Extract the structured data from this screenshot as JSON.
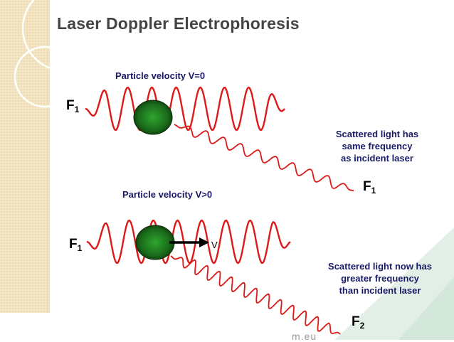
{
  "slide": {
    "title": "Laser Doppler Electrophoresis"
  },
  "top_panel": {
    "velocity_label": "Particle velocity V=0",
    "incident_label_main": "F",
    "incident_label_sub": "1",
    "scattered_label_main": "F",
    "scattered_label_sub": "1",
    "note_lines": [
      "Scattered light has",
      "same frequency",
      "as incident laser"
    ]
  },
  "bottom_panel": {
    "velocity_label": "Particle velocity V>0",
    "incident_label_main": "F",
    "incident_label_sub": "1",
    "scattered_label_main": "F",
    "scattered_label_sub": "2",
    "arrow_label": "V",
    "note_lines": [
      "Scattered light now has",
      "greater frequency",
      "than incident laser"
    ]
  },
  "watermark_text": "m.eu",
  "colors": {
    "wave": "#dd1a1a",
    "particle_center": "#2fa52f",
    "particle_edge": "#0a3a0a",
    "label_text": "#1a1a66",
    "title_text": "#444444",
    "left_band": "#f4e6c4",
    "corner_deco": "#e2efe6"
  }
}
